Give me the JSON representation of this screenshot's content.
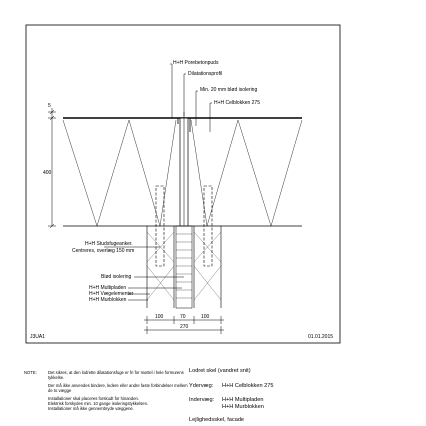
{
  "drawing": {
    "id": "J3UA1",
    "date": "01.01.2015",
    "labels": {
      "render": "H+H Porebetonpuds",
      "expansion_profile": "Dilatationsprofil",
      "min_insulation": "Min. 20 mm blød isolering",
      "element": "H+H Celblokken 275",
      "wall_tie": "H+H Studsfugeanker.",
      "wall_tie_spacing": "Centreres, overlæg 150 mm",
      "soft_insulation": "Blød isolering",
      "multipladen": "H+H Multipladen",
      "wall_material": "H+H Vægelementer",
      "murblokken": "H+H Murblokken"
    },
    "dims": {
      "height_small": "5",
      "height_main": "400",
      "left": "100",
      "middle": "70",
      "right": "100",
      "total": "270"
    }
  },
  "notes": {
    "label": "NOTE:",
    "paragraphs": [
      "Det sikres, at den lodrette dilatationsfuge er fri for mørtel i hele formurens tykkelse.",
      "Der må ikke anvendes bindere, ledere eller andre faste forbindelser mellem de to vægge",
      "Installationer skal placeres forskudt for hinanden.\nElektrisk forskydes min. 10 gange isoleringstykkelsen.\nInstallationer må ikke gennembryde væggene."
    ]
  },
  "info": {
    "title": "Lodret skel (vandret snit)",
    "outer_label": "Ydervæg:",
    "outer_value": "H+H Celblokken 275",
    "inner_label": "Indervæg:",
    "inner_value_1": "H+H Multipladen",
    "inner_value_2": "H+H Murblokken",
    "footer": "Lejlighedsskel, facade"
  }
}
